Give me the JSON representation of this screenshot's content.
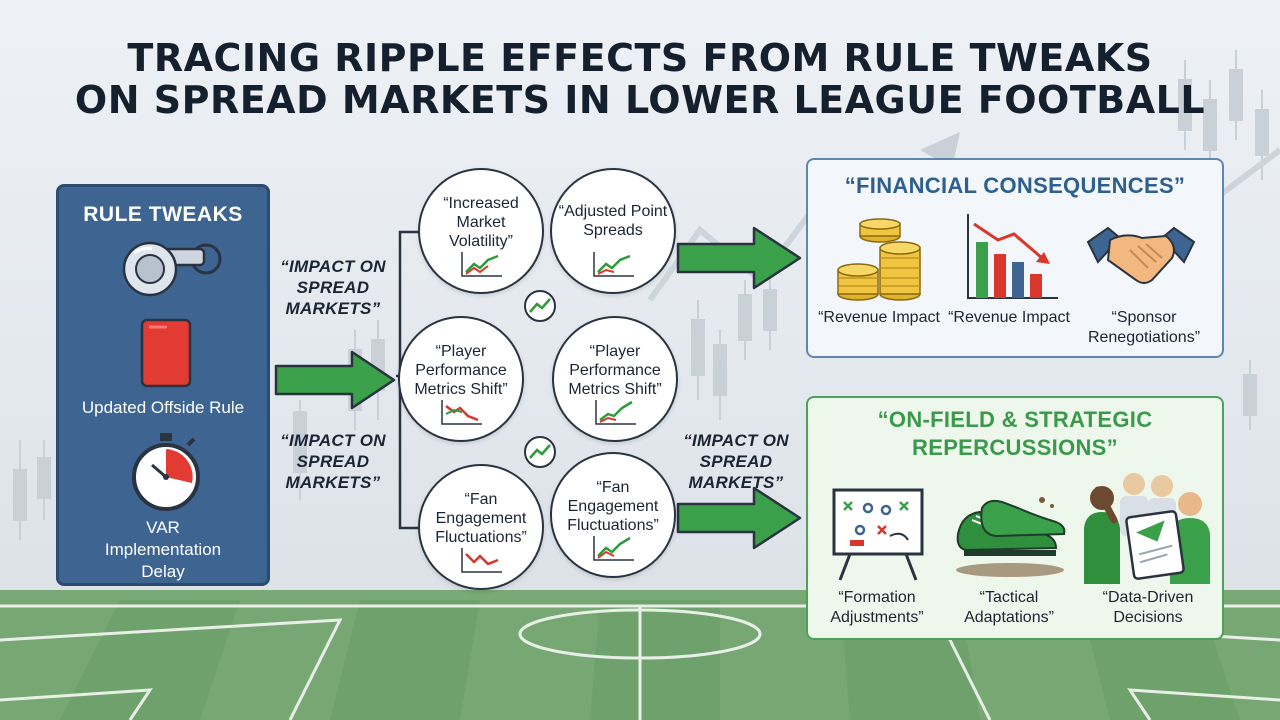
{
  "title": {
    "line1": "TRACING RIPPLE EFFECTS FROM RULE TWEAKS",
    "line2": "ON SPREAD MARKETS IN LOWER LEAGUE FOOTBALL"
  },
  "rule_tweaks": {
    "heading": "RULE TWEAKS",
    "items": [
      {
        "icon": "whistle-icon",
        "label": ""
      },
      {
        "icon": "red-card-icon",
        "label": "Updated Offside Rule"
      },
      {
        "icon": "stopwatch-icon",
        "label": "VAR Implementation Delay"
      }
    ]
  },
  "impact_labels": [
    "“IMPACT ON SPREAD MARKETS”",
    "“IMPACT ON SPREAD MARKETS”",
    "“IMPACT ON SPREAD MARKETS”"
  ],
  "nodes": [
    {
      "text": "“Increased Market Volatility”",
      "trend": "up"
    },
    {
      "text": "“Adjusted Point Spreads",
      "trend": "up"
    },
    {
      "text": "“Player Performance Metrics Shift”",
      "trend": "down"
    },
    {
      "text": "“Player Performance Metrics Shift”",
      "trend": "up"
    },
    {
      "text": "“Fan Engagement Fluctuations”",
      "trend": "down"
    },
    {
      "text": "“Fan Engagement Fluctuations”",
      "trend": "up"
    }
  ],
  "financial": {
    "heading": "“FINANCIAL CONSEQUENCES”",
    "items": [
      {
        "icon": "coin-stacks-icon",
        "label": "“Revenue Impact"
      },
      {
        "icon": "declining-bar-chart-icon",
        "label": "“Revenue Impact"
      },
      {
        "icon": "handshake-icon",
        "label": "“Sponsor Renegotiations”"
      }
    ]
  },
  "strategic": {
    "heading_line1": "“ON-FIELD & STRATEGIC",
    "heading_line2": "REPERCUSSIONS”",
    "items": [
      {
        "icon": "tactics-board-icon",
        "label": "“Formation Adjustments”"
      },
      {
        "icon": "football-boots-icon",
        "label": "“Tactical Adaptations”"
      },
      {
        "icon": "players-with-tablet-icon",
        "label": "“Data-Driven Decisions"
      }
    ]
  },
  "colors": {
    "panel_blue": "#3e6592",
    "accent_green": "#3aa14a",
    "trend_up": "#2f9a3c",
    "trend_down": "#d9372b",
    "financial_border": "#5f86ad",
    "strategic_border": "#4fa05a"
  }
}
